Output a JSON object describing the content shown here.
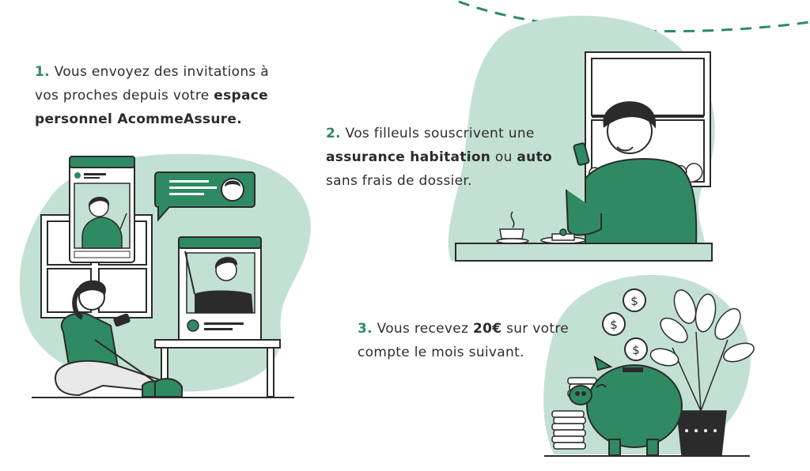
{
  "steps": [
    {
      "number": "1.",
      "line1": "Vous envoyez des invitations à",
      "line2a": "vos proches depuis votre ",
      "line2b": "espace",
      "line3": "personnel AcommeAssure."
    },
    {
      "number": "2.",
      "line1": "Vos filleuls souscrivent une",
      "line2a": "assurance habitation",
      "line2b": " ou ",
      "line2c": "auto",
      "line3": "sans frais de dossier."
    },
    {
      "number": "3.",
      "line1a": "Vous recevez ",
      "line1b": "20€",
      "line1c": " sur votre",
      "line2": "compte le mois suivant."
    }
  ],
  "colors": {
    "accent": "#2e8a67",
    "dark_green": "#2f8a63",
    "blob": "#c3e0d4",
    "ink": "#2b2b2b"
  },
  "coin_symbol": "$"
}
